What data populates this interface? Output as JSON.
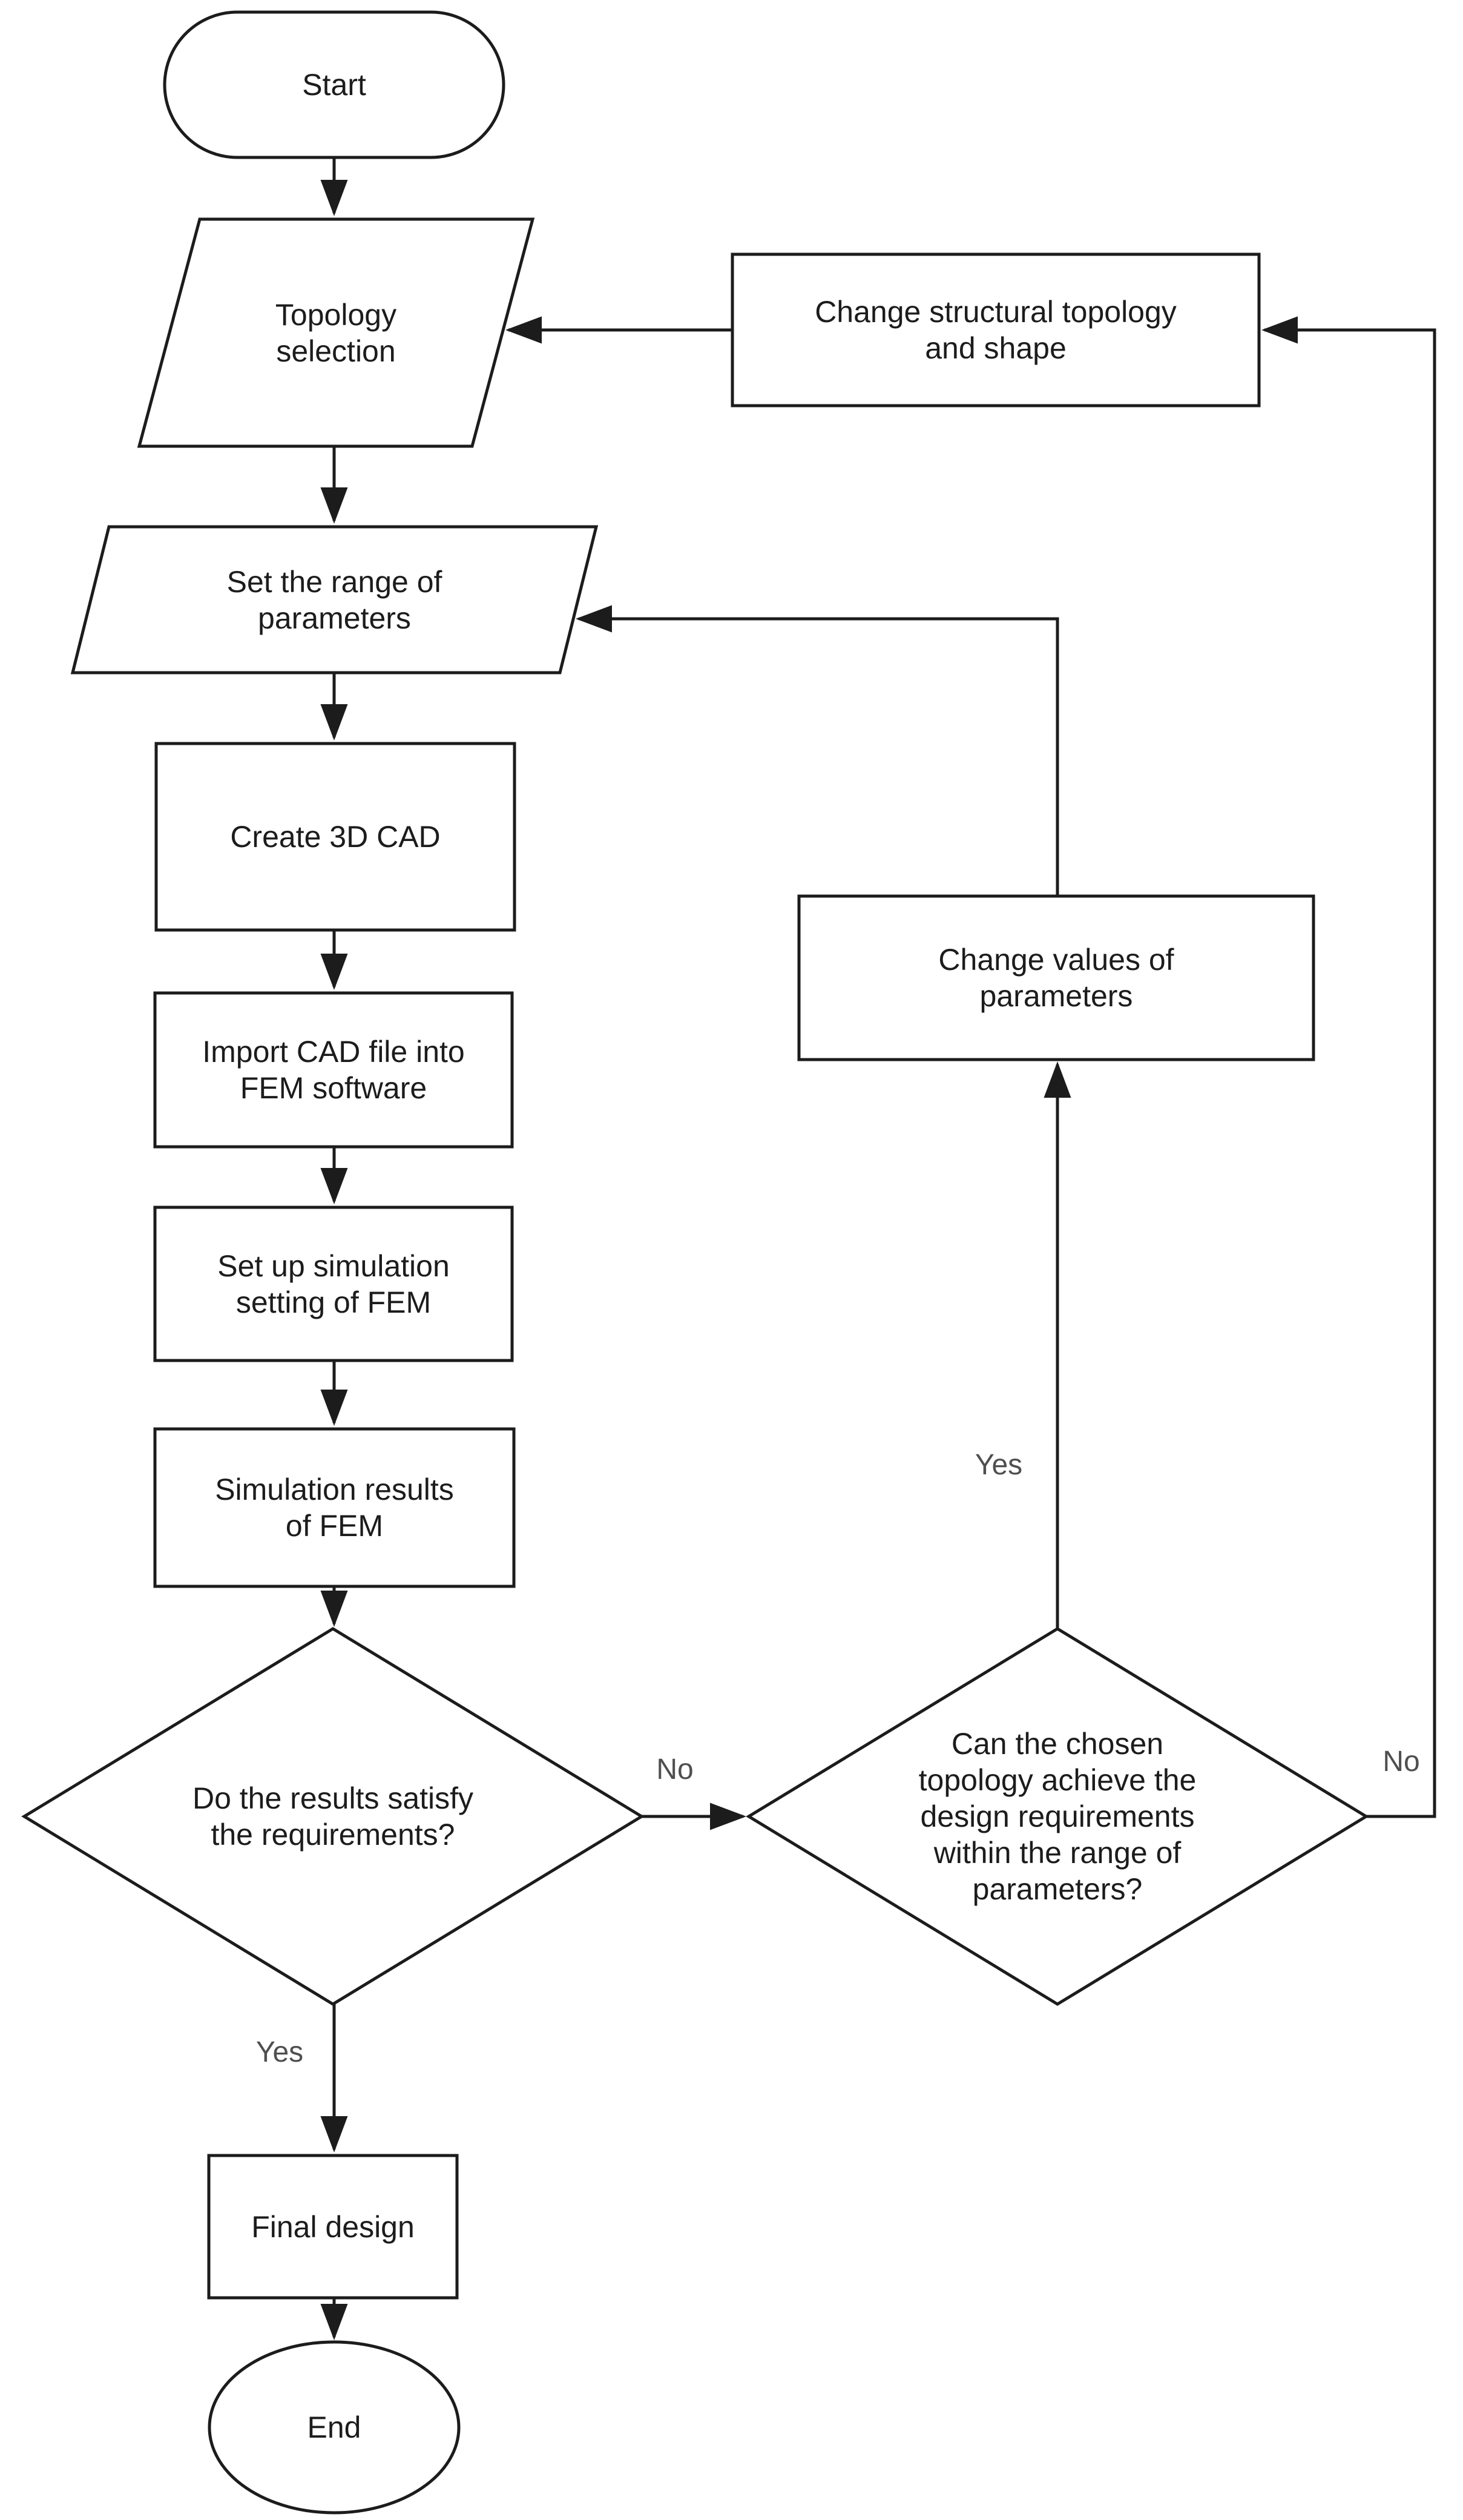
{
  "diagram": {
    "type": "flowchart",
    "background": "#ffffff",
    "stroke_color": "#1c1c1c",
    "node_text_color": "#1c1c1c",
    "edge_label_color": "#4f4f4f"
  },
  "nodes": {
    "start": {
      "shape": "terminator",
      "label": "Start"
    },
    "topology_selection": {
      "shape": "parallelogram",
      "label": "Topology\nselection"
    },
    "change_topology": {
      "shape": "process",
      "label": "Change structural topology\nand shape"
    },
    "set_range": {
      "shape": "parallelogram",
      "label": "Set the range of\nparameters"
    },
    "create_cad": {
      "shape": "process",
      "label": "Create 3D CAD"
    },
    "change_values": {
      "shape": "process",
      "label": "Change values of\nparameters"
    },
    "import_cad": {
      "shape": "process",
      "label": "Import CAD file into\nFEM software"
    },
    "setup_fem": {
      "shape": "process",
      "label": "Set up simulation\nsetting of FEM"
    },
    "sim_results": {
      "shape": "process",
      "label": "Simulation results\nof FEM"
    },
    "results_satisfy": {
      "shape": "decision",
      "label": "Do the results satisfy\nthe requirements?"
    },
    "topology_achieve": {
      "shape": "decision",
      "label": "Can the chosen\ntopology achieve the\ndesign requirements\nwithin the range of\nparameters?"
    },
    "final_design": {
      "shape": "process",
      "label": "Final design"
    },
    "end": {
      "shape": "terminator",
      "label": "End"
    }
  },
  "edge_labels": {
    "yes_to_final": "Yes",
    "no_between_diamonds": "No",
    "yes_to_change_values": "Yes",
    "no_to_change_topology": "No"
  }
}
